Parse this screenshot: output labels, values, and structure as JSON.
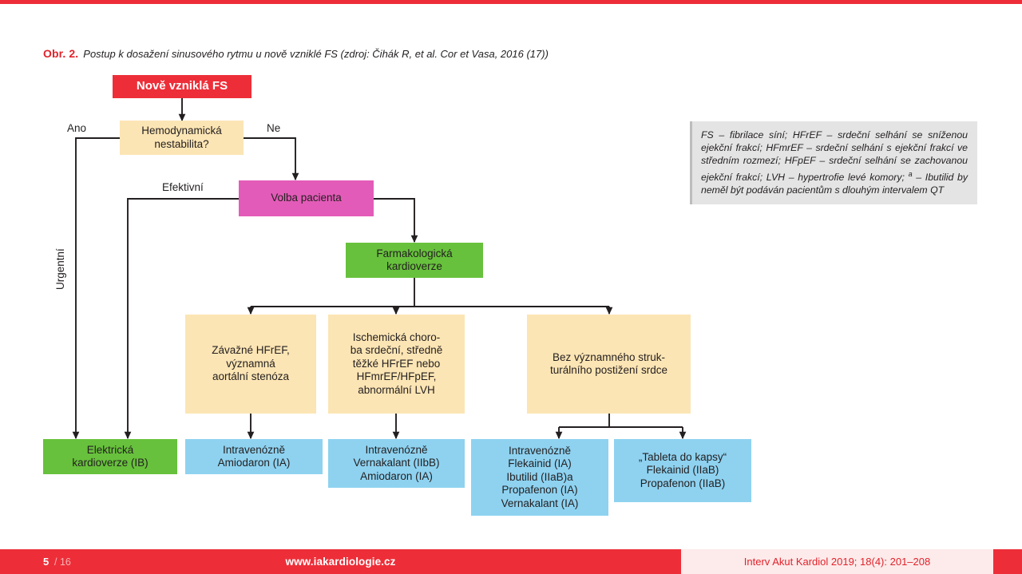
{
  "caption": {
    "label": "Obr. 2.",
    "text": "Postup k dosažení sinusového rytmu u nově vzniklé FS (zdroj: Čihák R, et al. Cor et Vasa, 2016 (17))"
  },
  "colors": {
    "red": "#ed2e38",
    "yellow": "#fce5b4",
    "pink": "#e35bb8",
    "green": "#67c13c",
    "blue": "#8ed2f0",
    "legend_bg": "#e4e4e4",
    "line": "#231f20"
  },
  "flowchart": {
    "nodes": {
      "start": "Nově vzniklá FS",
      "decision": "Hemodynamická\nnestabilita?",
      "patient_choice": "Volba pacienta",
      "pharm_cardioversion": "Farmakologická\nkardioverze",
      "cond_severe_hfref": "Závažné HFrEF,\nvýznamná\naortální stenóza",
      "cond_ischemic": "Ischemická choro-\nba srdeční, středně\ntěžké HFrEF nebo\nHFmrEF/HFpEF,\nabnormální LVH",
      "cond_no_structural": "Bez významného struk-\nturálního postižení srdce",
      "tx_electrical": "Elektrická\nkardioverze (IB)",
      "tx_amiodaron": "Intravenózně\nAmiodaron (IA)",
      "tx_vernakalant": "Intravenózně\nVernakalant (IIbB)\nAmiodaron (IA)",
      "tx_flekainid": "Intravenózně\nFlekainid (IA)\nIbutilid (IIaB)a\nPropafenon (IA)\nVernakalant (IA)",
      "tx_pill_in_pocket": "„Tableta do kapsy“\nFlekainid (IIaB)\nPropafenon (IIaB)"
    },
    "edge_labels": {
      "yes": "Ano",
      "no": "Ne",
      "effective": "Efektivní",
      "urgent": "Urgentní"
    }
  },
  "legend": {
    "text_before_sup": "FS – fibrilace síní; HFrEF – srdeční selhání se sníženou ejekční frakcí; HFmrEF – srdeční selhání s ejekční frakcí ve středním rozmezí; HFpEF – srdeční selhání se zachovanou ejekční frakcí; LVH – hypertrofie levé komory; ",
    "sup": "a",
    "text_after_sup": " – Ibutilid by neměl být podáván pacientům s dlouhým intervalem QT"
  },
  "footer": {
    "page": "5",
    "page_total": "/ 16",
    "site": "www.iakardiologie.cz",
    "citation": "Interv Akut Kardiol 2019; 18(4): 201–208"
  }
}
